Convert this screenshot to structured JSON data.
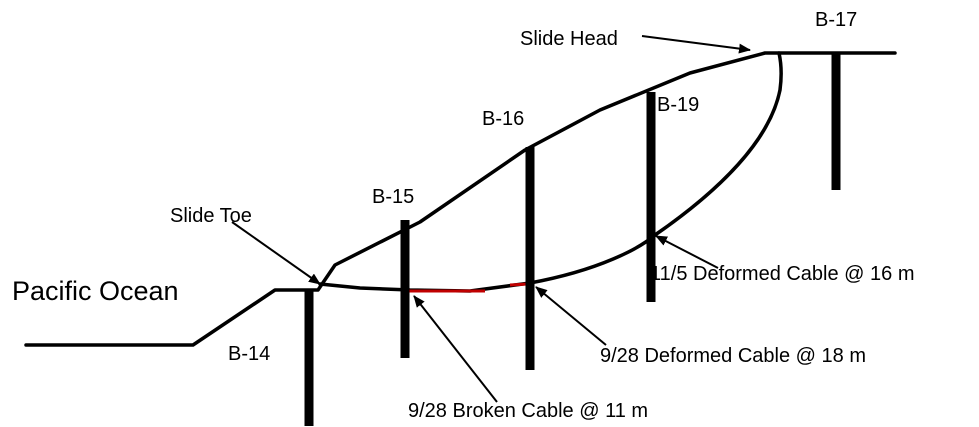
{
  "diagram": {
    "labels": {
      "slide_head": "Slide Head",
      "slide_toe": "Slide Toe",
      "ocean": "Pacific Ocean",
      "b14": "B-14",
      "b15": "B-15",
      "b16": "B-16",
      "b17": "B-17",
      "b19": "B-19",
      "cable_broken": "9/28 Broken Cable @ 11 m",
      "cable_deformed_928": "9/28 Deformed Cable @ 18 m",
      "cable_deformed_11": "11/5 Deformed Cable @ 16 m"
    },
    "colors": {
      "line": "#000000",
      "broken_cable": "#c00000",
      "background": "#ffffff"
    }
  }
}
